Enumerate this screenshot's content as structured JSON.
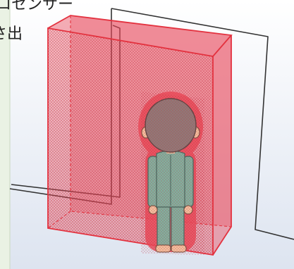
{
  "caption": {
    "line1": "ロセンサー",
    "line2": "さ出"
  },
  "colors": {
    "detection_zone_fill": "#e8495a",
    "detection_zone_stroke": "#e3323f",
    "wall_line": "#333333",
    "floor_shade": "#dfe6f1",
    "left_panel": "#eaf2e4",
    "person_head": "#8f7a78",
    "person_skin": "#f2c2a0",
    "person_clothes": "#7fb2a0",
    "person_halo": "#e94b5a"
  },
  "icons": {
    "person": "person-figure-icon",
    "sensor_zone": "detection-zone-box"
  }
}
